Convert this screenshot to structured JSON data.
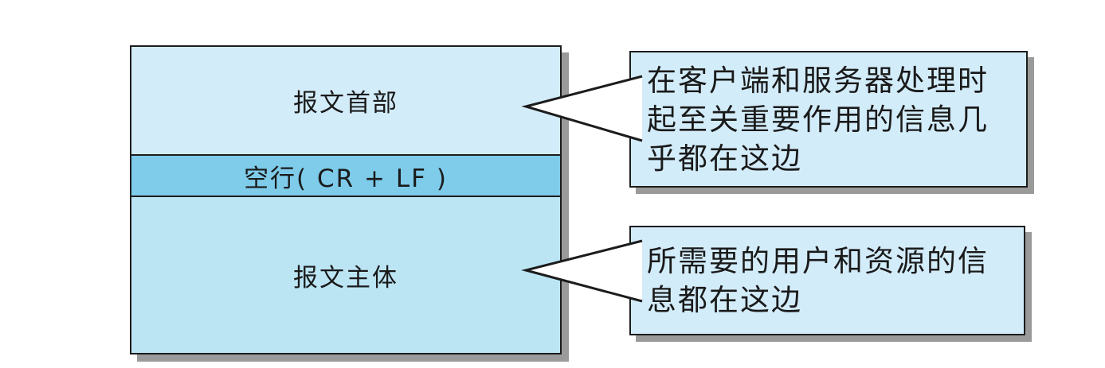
{
  "box": {
    "sections": [
      {
        "label": "报文首部"
      },
      {
        "label": "空行( CR + LF )"
      },
      {
        "label": "报文主体"
      }
    ]
  },
  "callouts": [
    {
      "lines": [
        "在客户端和服务器处理时",
        "起至关重要作用的信息几",
        "乎都在这边"
      ]
    },
    {
      "lines": [
        "所需要的用户和资源的信",
        "息都在这边"
      ]
    }
  ],
  "colors": {
    "header_fill": "#d3ecfa",
    "blank_line_fill": "#7ecbea",
    "body_fill": "#bce5f4",
    "callout_fill": "#d3ecfa",
    "border": "#1c1c1c",
    "shadow": "#9a9a9a",
    "pointer_fill": "#ffffff",
    "background": "#ffffff"
  }
}
